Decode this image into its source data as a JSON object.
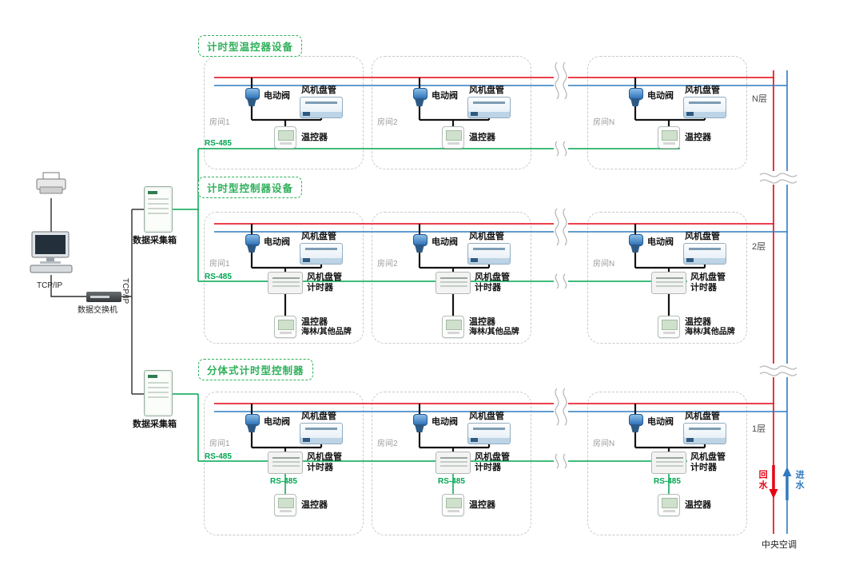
{
  "colors": {
    "hot_water_red": "#e60012",
    "chilled_water_blue": "#2f7bbf",
    "rs485_green": "#00a651",
    "section_green": "#2eb05a",
    "room_dash_gray": "#c9c9c9"
  },
  "left_equipment": {
    "tcp_ip_label": "TCP/IP",
    "tcp_ip_vertical_label": "TCP/IP",
    "switch_label": "数据交换机",
    "collector_top_label": "数据采集箱",
    "collector_bottom_label": "数据采集箱"
  },
  "sections": [
    {
      "title": "计时型温控器设备",
      "floor_label": "N层",
      "rs485_label": "RS-485",
      "rooms": [
        {
          "name": "房间1"
        },
        {
          "name": "房间2"
        },
        {
          "name": "房间N"
        }
      ],
      "labels": {
        "valve": "电动阀",
        "fan_coil": "风机盘管",
        "thermostat": "温控器"
      }
    },
    {
      "title": "计时型控制器设备",
      "floor_label": "2层",
      "rs485_label": "RS-485",
      "rooms": [
        {
          "name": "房间1"
        },
        {
          "name": "房间2"
        },
        {
          "name": "房间N"
        }
      ],
      "labels": {
        "valve": "电动阀",
        "fan_coil": "风机盘管",
        "timer_line1": "风机盘管",
        "timer_line2": "计时器",
        "thermostat_line1": "温控器",
        "thermostat_line2": "海林/其他品牌"
      }
    },
    {
      "title": "分体式计时型控制器",
      "floor_label": "1层",
      "rs485_label": "RS-485",
      "rooms": [
        {
          "name": "房间1"
        },
        {
          "name": "房间2"
        },
        {
          "name": "房间N"
        }
      ],
      "labels": {
        "valve": "电动阀",
        "fan_coil": "风机盘管",
        "timer_line1": "风机盘管",
        "timer_line2": "计时器",
        "thermostat": "温控器",
        "rs485_drop": "RS-485"
      }
    }
  ],
  "right_riser": {
    "return_water_label": "回水",
    "supply_water_label": "进水",
    "central_ac_label": "中央空调"
  }
}
